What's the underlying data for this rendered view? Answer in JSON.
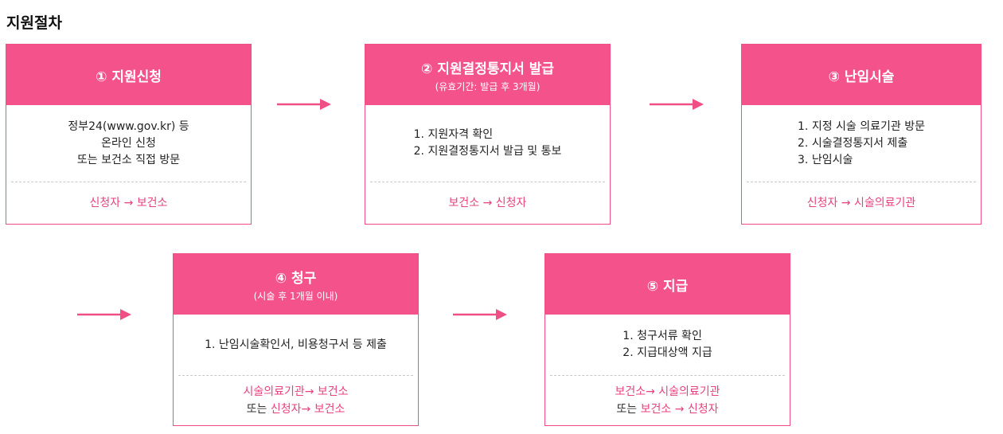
{
  "page": {
    "title": "지원절차"
  },
  "steps": [
    {
      "name": "① 지원신청",
      "subtitle": "",
      "lines": [
        "정부24(www.gov.kr) 등",
        "온라인 신청",
        "또는 보건소 직접 방문"
      ],
      "flow": [
        "신청자 → 보건소"
      ]
    },
    {
      "name": "② 지원결정통지서 발급",
      "subtitle": "(유효기간: 발급 후 3개월)",
      "lines": [
        "1. 지원자격 확인",
        "2. 지원결정통지서 발급 및 통보"
      ],
      "flow": [
        "보건소 → 신청자"
      ]
    },
    {
      "name": "③ 난임시술",
      "subtitle": "",
      "lines": [
        "1. 지정 시술 의료기관 방문",
        "2. 시술결정통지서 제출",
        "3. 난임시술"
      ],
      "flow": [
        "신청자 → 시술의료기관"
      ]
    },
    {
      "name": "④ 청구",
      "subtitle": "(시술 후 1개월 이내)",
      "lines": [
        "1. 난임시술확인서, 비용청구서 등 제출"
      ],
      "flow": [
        "시술의료기관→ 보건소"
      ],
      "flow2_prefix": "또는 ",
      "flow2": "신청자→ 보건소"
    },
    {
      "name": "⑤ 지급",
      "subtitle": "",
      "lines": [
        "1. 청구서류 확인",
        "2. 지급대상액 지급"
      ],
      "flow": [
        "보건소→ 시술의료기관"
      ],
      "flow2_prefix": "또는 ",
      "flow2": "보건소 → 신청자"
    }
  ],
  "colors": {
    "accent": "#f4528a",
    "border": "#f04f86",
    "flow_text": "#e8417c"
  },
  "icons": {
    "arrow": "arrow-right-icon"
  }
}
